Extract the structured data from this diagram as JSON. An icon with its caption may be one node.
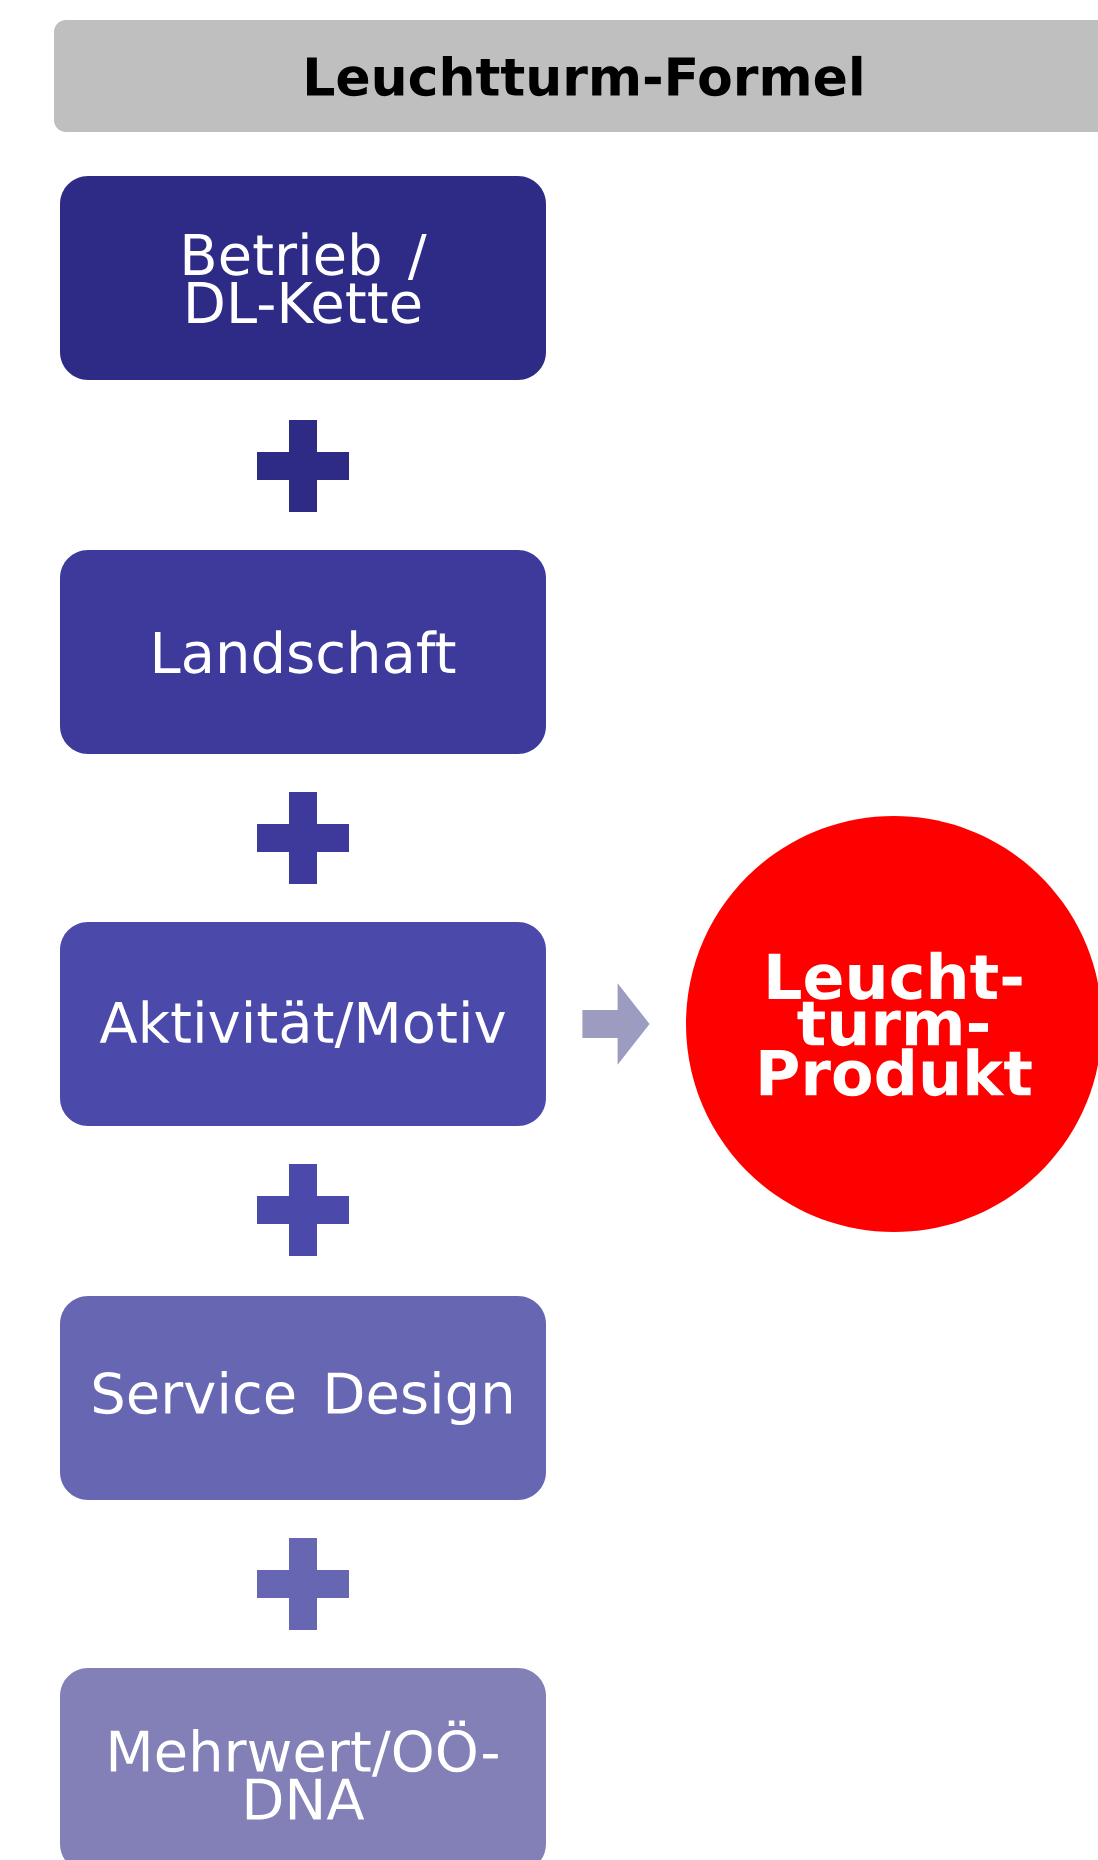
{
  "diagram": {
    "title": "Leuchtturm-Formel",
    "nodes": [
      {
        "text": [
          "Betrieb / DL-Kette"
        ]
      },
      {
        "text": [
          "Landschaft"
        ]
      },
      {
        "text": [
          "Aktivität/Motiv"
        ]
      },
      {
        "text": [
          "Service Design"
        ]
      },
      {
        "text": [
          "Mehrwert/OÖ-DNA"
        ]
      },
      {
        "text": [
          "Leucht-turm-Produkt"
        ]
      }
    ],
    "edges": [
      {
        "from": 2,
        "to": 5,
        "arrow": "to"
      }
    ]
  }
}
